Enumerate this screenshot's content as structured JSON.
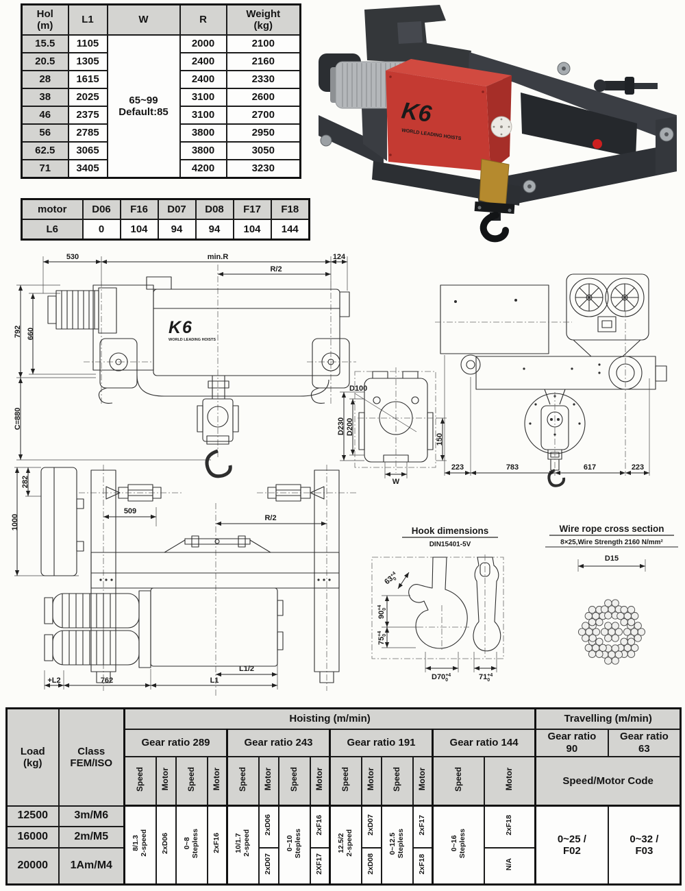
{
  "colors": {
    "hoist_red": "#c43a32",
    "hoist_red_top": "#d14a40",
    "hoist_red_side": "#a62e28",
    "frame_dark": "#33363b",
    "table_header_gray": "#d4d4d1",
    "line_color": "#2e2e2e"
  },
  "spec_table": {
    "col_hol": "Hol\n(m)",
    "col_l1": "L1",
    "col_w": "W",
    "col_r": "R",
    "col_weight": "Weight\n(kg)",
    "w_merged": "65~99\nDefault:85",
    "rows": [
      {
        "hol": "15.5",
        "l1": "1105",
        "r": "2000",
        "weight": "2100"
      },
      {
        "hol": "20.5",
        "l1": "1305",
        "r": "2400",
        "weight": "2160"
      },
      {
        "hol": "28",
        "l1": "1615",
        "r": "2400",
        "weight": "2330"
      },
      {
        "hol": "38",
        "l1": "2025",
        "r": "3100",
        "weight": "2600"
      },
      {
        "hol": "46",
        "l1": "2375",
        "r": "3100",
        "weight": "2700"
      },
      {
        "hol": "56",
        "l1": "2785",
        "r": "3800",
        "weight": "2950"
      },
      {
        "hol": "62.5",
        "l1": "3065",
        "r": "3800",
        "weight": "3050"
      },
      {
        "hol": "71",
        "l1": "3405",
        "r": "4200",
        "weight": "3230"
      }
    ]
  },
  "motor_table": {
    "headers": [
      "motor",
      "D06",
      "F16",
      "D07",
      "D08",
      "F17",
      "F18"
    ],
    "row": [
      "L6",
      "0",
      "104",
      "94",
      "94",
      "104",
      "144"
    ]
  },
  "product": {
    "brand": "K6",
    "tagline": "WORLD LEADING HOISTS"
  },
  "drawings": {
    "side_view": {
      "dim_530": "530",
      "dim_min_r": "min.R",
      "dim_124": "124",
      "dim_r2": "R/2",
      "dim_792": "792",
      "dim_660": "660",
      "dim_c880": "C=880",
      "brand": "K6",
      "tagline": "WORLD LEADING HOISTS"
    },
    "section_view": {
      "d100": "D100",
      "d230": "D230",
      "d200": "D200",
      "dim_150": "150",
      "dim_w": "W"
    },
    "end_view": {
      "dim_223_left": "223",
      "dim_783": "783",
      "dim_617": "617",
      "dim_223_right": "223"
    },
    "top_view": {
      "dim_282": "282",
      "dim_1000": "1000",
      "dim_509": "509",
      "dim_r2": "R/2",
      "dim_l2": "+L2",
      "dim_762": "762",
      "dim_l1_half": "L1/2",
      "dim_l1": "L1"
    },
    "hook": {
      "title": "Hook dimensions",
      "subtitle": "DIN15401-5V",
      "dim_63": "63",
      "dim_90": "90",
      "dim_75": "75",
      "dim_d70": "D70",
      "dim_71": "71",
      "tol_plus": "+4",
      "tol_zero": "0"
    },
    "rope": {
      "title": "Wire rope cross section",
      "subtitle": "8×25,Wire Strength 2160 N/mm²",
      "dim_d15": "D15"
    }
  },
  "perf_table": {
    "load_header": "Load\n(kg)",
    "class_header": "Class\nFEM/ISO",
    "hoisting_header": "Hoisting (m/min)",
    "travelling_header": "Travelling (m/min)",
    "gear_289": "Gear ratio 289",
    "gear_243": "Gear ratio 243",
    "gear_191": "Gear ratio 191",
    "gear_144": "Gear ratio 144",
    "gear_90": "Gear ratio\n90",
    "gear_63": "Gear ratio\n63",
    "speed_label": "Speed",
    "motor_label": "Motor",
    "speed_motor_code": "Speed/Motor Code",
    "loads": [
      "12500",
      "16000",
      "20000"
    ],
    "classes": [
      "3m/M6",
      "2m/M5",
      "1Am/M4"
    ],
    "g289": {
      "speed1": "8/1.3\n2-speed",
      "motor1": "2xD06",
      "speed2": "0~8\nStepless",
      "motor2": "2xF16"
    },
    "g243": {
      "speed1": "10/1.7\n2-speed",
      "motor1_top": "2xD06",
      "motor1_bottom": "2xD07",
      "speed2": "0~10\nStepless",
      "motor2_top": "2xF16",
      "motor2_bottom": "2XF17"
    },
    "g191": {
      "speed1": "12.5/2\n2-speed",
      "motor1_top": "2xD07",
      "motor1_bottom": "2xD08",
      "speed2": "0~12.5\nStepless",
      "motor2_top": "2xF17",
      "motor2_bottom": "2xF18"
    },
    "g144": {
      "speed": "0~16\nStepless",
      "motor_top": "2xF18",
      "motor_bottom": "N/A"
    },
    "travel_90": "0~25 /\nF02",
    "travel_63": "0~32 /\nF03"
  }
}
